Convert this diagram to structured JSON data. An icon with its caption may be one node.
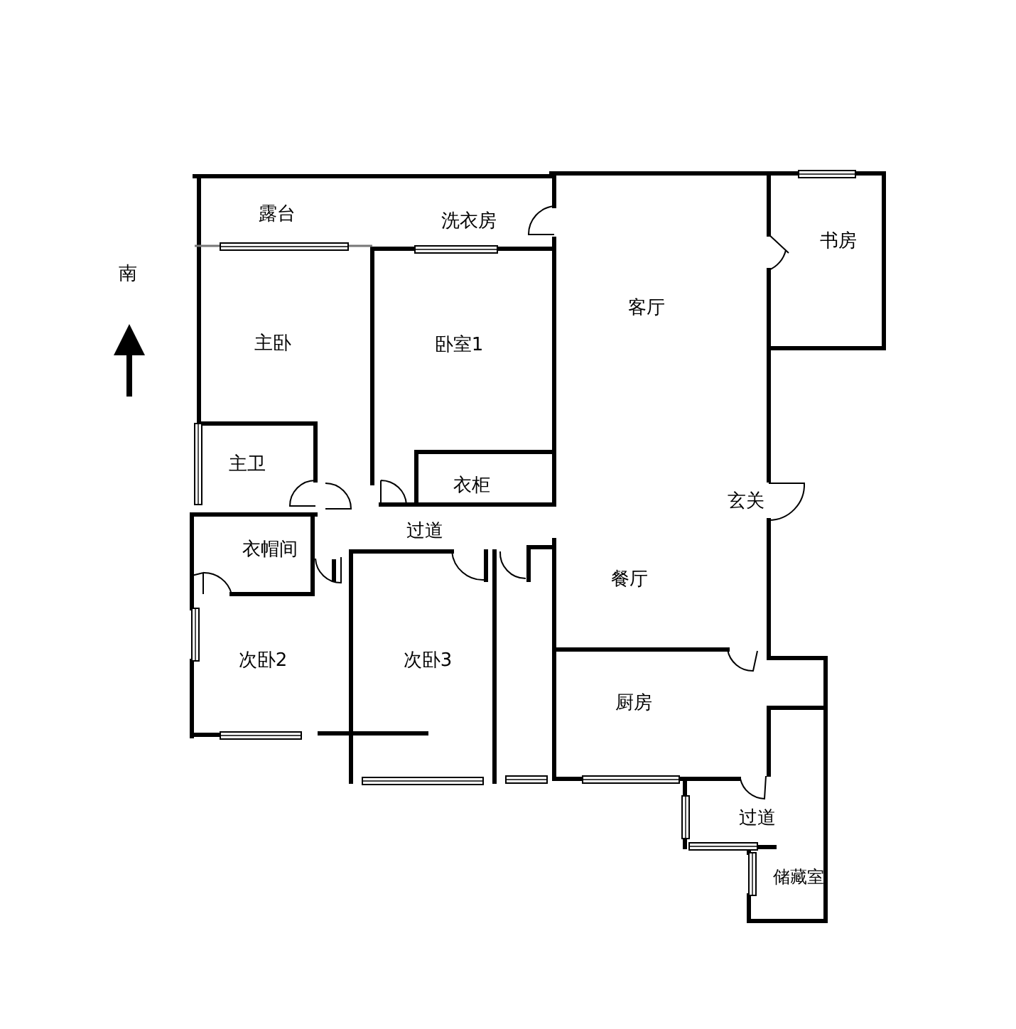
{
  "diagram": {
    "labels": [
      "露台",
      "洗衣房",
      "书房",
      "南",
      "客厅",
      "主卧",
      "卧室1",
      "主卫",
      "衣柜",
      "玄关",
      "过道",
      "衣帽间",
      "餐厅",
      "次卧2",
      "次卧3",
      "厨房",
      "过道",
      "储藏室"
    ]
  }
}
